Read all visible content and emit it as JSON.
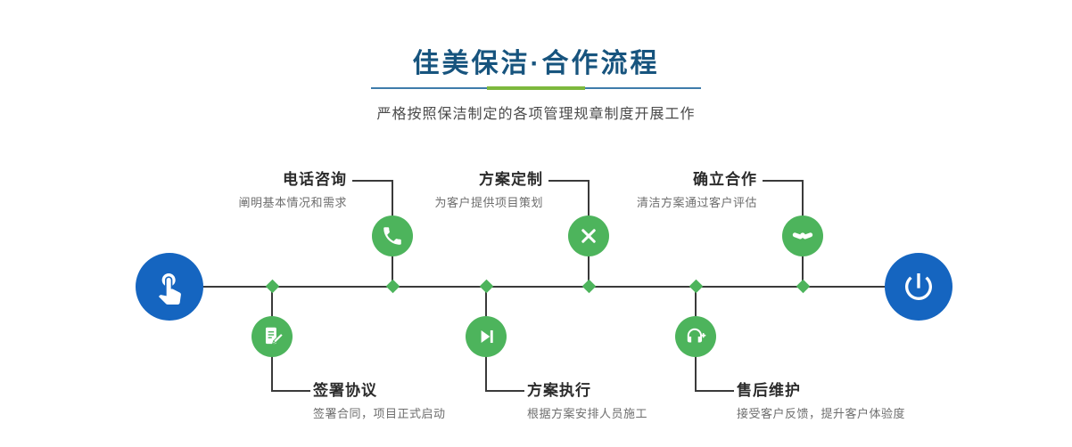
{
  "header": {
    "title": "佳美保洁·合作流程",
    "subtitle": "严格按照保洁制定的各项管理规章制度开展工作"
  },
  "colors": {
    "title_blue": "#17547e",
    "accent_green": "#4db45c",
    "accent_blue": "#1565c0",
    "divider_green": "#7db83d",
    "divider_blue": "#3e7cab",
    "line_dark": "#3a3a3a"
  },
  "timeline": {
    "start_icon": "pointing-hand-icon",
    "end_icon": "power-icon",
    "steps_top": [
      {
        "title": "电话咨询",
        "desc": "阐明基本情况和需求",
        "icon": "phone-icon"
      },
      {
        "title": "方案定制",
        "desc": "为客户提供项目策划",
        "icon": "design-tools-icon"
      },
      {
        "title": "确立合作",
        "desc": "清洁方案通过客户评估",
        "icon": "handshake-icon"
      }
    ],
    "steps_bottom": [
      {
        "title": "签署协议",
        "desc": "签署合同，项目正式启动",
        "icon": "contract-icon"
      },
      {
        "title": "方案执行",
        "desc": "根据方案安排人员施工",
        "icon": "execute-icon"
      },
      {
        "title": "售后维护",
        "desc": "接受客户反馈，提升客户体验度",
        "icon": "support-icon"
      }
    ]
  }
}
